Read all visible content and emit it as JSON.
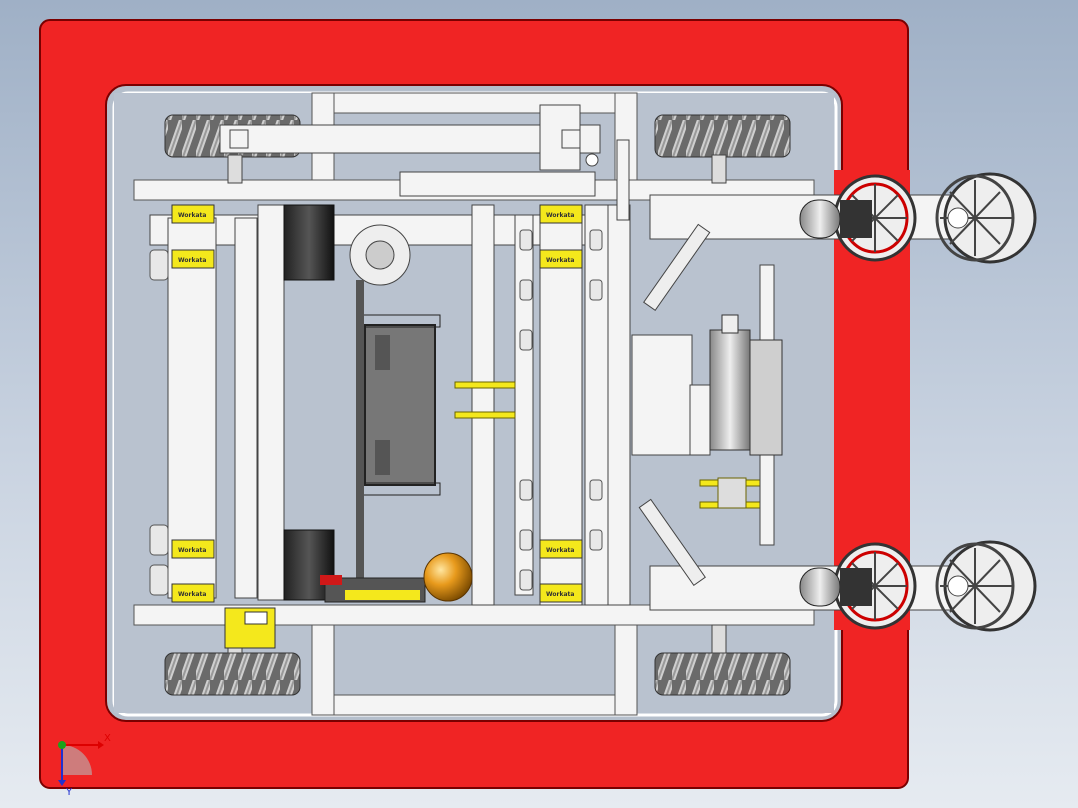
{
  "triad": {
    "x_label": "X",
    "y_label": "Y"
  },
  "brackets": {
    "brand": "Workata"
  },
  "colors": {
    "frame_red": "#f02424",
    "yellow_part": "#f4e81c",
    "chassis_white": "#f4f4f4",
    "wheel_dark": "#3a3a3a",
    "ball_orange": "#e79a1a",
    "background_top": "#9fb0c6",
    "background_bottom": "#e6ebf1"
  },
  "icons": {
    "triad": "xyz-axis-icon",
    "ball": "sphere-icon"
  }
}
